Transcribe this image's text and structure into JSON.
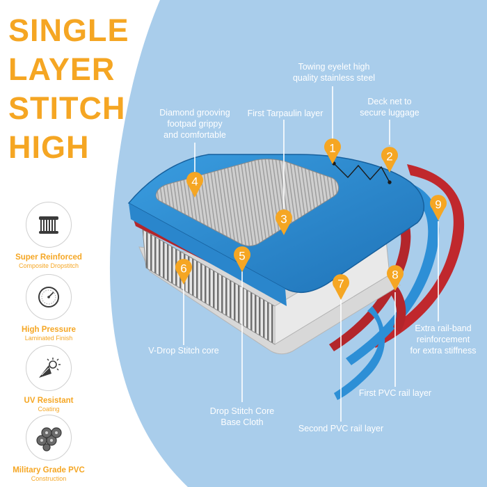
{
  "headline": {
    "lines": [
      "SINGLE",
      "LAYER",
      "STITCH",
      "HIGH"
    ]
  },
  "features": [
    {
      "title": "Super Reinforced",
      "subtitle": "Composite Dropstitch",
      "icon": "dropstitch-icon"
    },
    {
      "title": "High Pressure",
      "subtitle": "Laminated Finish",
      "icon": "pressure-gauge-icon"
    },
    {
      "title": "UV Resistant",
      "subtitle": "Coating",
      "icon": "sun-uv-icon"
    },
    {
      "title": "Military Grade PVC",
      "subtitle": "Construction",
      "icon": "pvc-rolls-icon"
    }
  ],
  "callouts": {
    "c1": {
      "number": "1",
      "lines": [
        "Towing eyelet high",
        "quality stainless steel"
      ]
    },
    "c2": {
      "number": "2",
      "lines": [
        "Deck net to",
        "secure luggage"
      ]
    },
    "c3": {
      "number": "3",
      "lines": [
        "First Tarpaulin layer"
      ]
    },
    "c4": {
      "number": "4",
      "lines": [
        "Diamond grooving",
        "footpad grippy",
        "and comfortable"
      ]
    },
    "c5": {
      "number": "5",
      "lines": [
        "Drop Stitch Core",
        "Base Cloth"
      ]
    },
    "c6": {
      "number": "6",
      "lines": [
        "V-Drop Stitch core"
      ]
    },
    "c7": {
      "number": "7",
      "lines": [
        "Second PVC rail layer"
      ]
    },
    "c8": {
      "number": "8",
      "lines": [
        "First PVC rail layer"
      ]
    },
    "c9": {
      "number": "9",
      "lines": [
        "Extra rail-band",
        "reinforcement",
        "for extra stiffness"
      ]
    }
  },
  "colors": {
    "accent_orange": "#f5a623",
    "panel_blue": "#a9cdeb",
    "board_blue": "#2d8fd6",
    "rail_red": "#b3262b",
    "label_white": "#ffffff"
  }
}
